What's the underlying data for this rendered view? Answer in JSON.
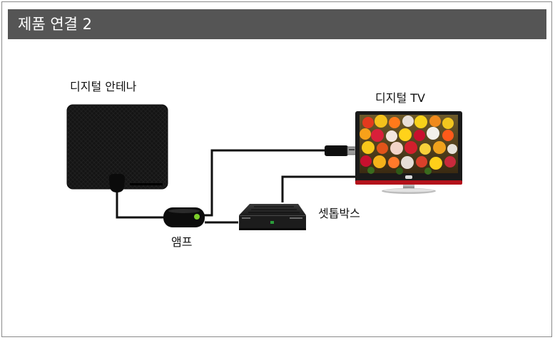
{
  "header": {
    "title": "제품 연결 2"
  },
  "labels": {
    "antenna": "디지털 안테나",
    "tv": "디지털 TV",
    "amp": "앰프",
    "settop": "셋톱박스"
  },
  "colors": {
    "header_bg": "#555555",
    "cable": "#111111",
    "amp_led": "#7ccd2a",
    "tv_bezel": "#1a1a1a",
    "tv_accent": "#b3121b"
  }
}
